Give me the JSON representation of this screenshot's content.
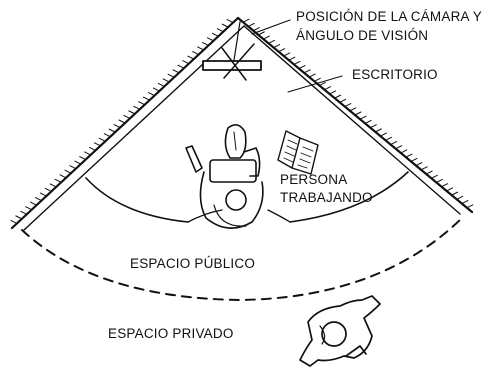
{
  "labels": {
    "camera_line1": "POSICIÓN DE LA CÁMARA Y",
    "camera_line2": "ÁNGULO DE VISIÓN",
    "desk": "ESCRITORIO",
    "person_line1": "PERSONA",
    "person_line2": "TRABAJANDO",
    "public_space": "ESPACIO PÚBLICO",
    "private_space": "ESPACIO PRIVADO"
  },
  "colors": {
    "ink": "#111111",
    "background": "#ffffff"
  }
}
